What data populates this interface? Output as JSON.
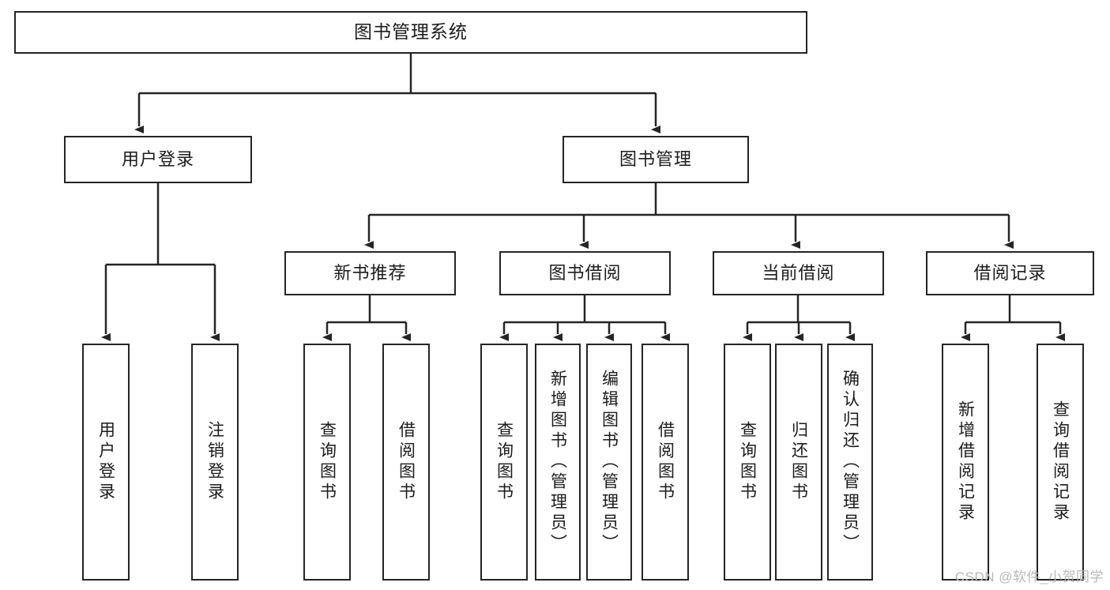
{
  "diagram": {
    "title": "图书管理系统",
    "type": "hierarchy-tree",
    "root": {
      "label": "图书管理系统"
    },
    "level1": [
      {
        "label": "用户登录"
      },
      {
        "label": "图书管理"
      }
    ],
    "level2": [
      {
        "label": "新书推荐"
      },
      {
        "label": "图书借阅"
      },
      {
        "label": "当前借阅"
      },
      {
        "label": "借阅记录"
      }
    ],
    "leaves": {
      "user_login": [
        {
          "label": "用户登录"
        },
        {
          "label": "注销登录"
        }
      ],
      "new_book_recommend": [
        {
          "label": "查询图书"
        },
        {
          "label": "借阅图书"
        }
      ],
      "book_borrow": [
        {
          "label": "查询图书"
        },
        {
          "label": "新增图书（管理员）"
        },
        {
          "label": "编辑图书（管理员）"
        },
        {
          "label": "借阅图书"
        }
      ],
      "current_borrow": [
        {
          "label": "查询图书"
        },
        {
          "label": "归还图书"
        },
        {
          "label": "确认归还（管理员）"
        }
      ],
      "borrow_record": [
        {
          "label": "新增借阅记录"
        },
        {
          "label": "查询借阅记录"
        }
      ]
    }
  },
  "watermark": {
    "text": "CSDN @软件_小贺同学"
  },
  "colors": {
    "stroke": "#252525",
    "fill": "#ffffff",
    "text": "#1b1b1b",
    "watermark": "#b8b8b8"
  }
}
